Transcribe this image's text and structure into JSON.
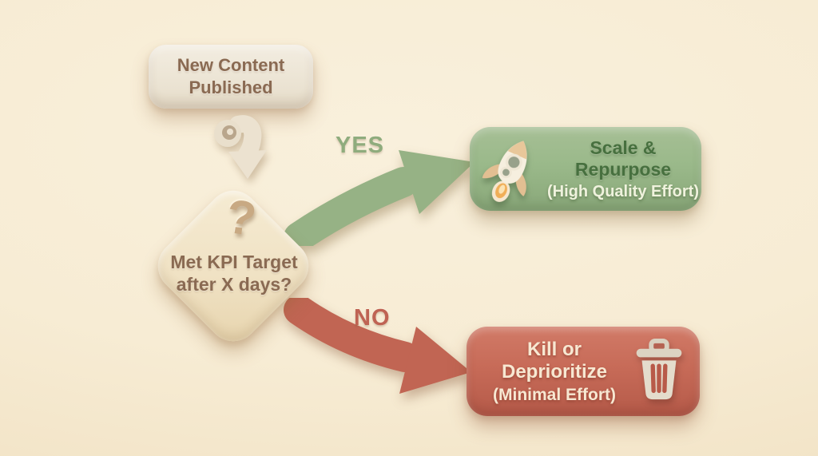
{
  "diagram": {
    "type": "flowchart",
    "style": "3d-clay",
    "nodes": {
      "start": {
        "label": "New Content Published"
      },
      "decision": {
        "badge": "?",
        "label": "Met KPI Target after X days?"
      },
      "outcome_yes": {
        "branch_label": "YES",
        "title": "Scale & Repurpose",
        "subtitle": "(High Quality Effort)",
        "icon": "rocket-icon"
      },
      "outcome_no": {
        "branch_label": "NO",
        "title": "Kill or Deprioritize",
        "subtitle": "(Minimal Effort)",
        "icon": "trash-icon"
      }
    },
    "edges": [
      {
        "from": "start",
        "to": "decision",
        "style": "curled-down-arrow"
      },
      {
        "from": "decision",
        "to": "outcome_yes",
        "label": "YES",
        "color": "#96b285"
      },
      {
        "from": "decision",
        "to": "outcome_no",
        "label": "NO",
        "color": "#c16553"
      }
    ],
    "palette": {
      "background": "#f7ecd4",
      "start_box": "#ece4d3",
      "diamond": "#f0e2c4",
      "brown_text": "#8a6a52",
      "question_mark": "#c8a983",
      "yes_arrow_green": "#96b285",
      "yes_label_green": "#8fac7d",
      "green_box": "#9ab98a",
      "green_title": "#47703f",
      "green_subtitle": "#eff2dd",
      "no_arrow_red": "#c16553",
      "no_label_red": "#bf6353",
      "red_box": "#c76b58",
      "red_box_text": "#f7e8d2",
      "clay_cream": "#ece2d0"
    }
  }
}
